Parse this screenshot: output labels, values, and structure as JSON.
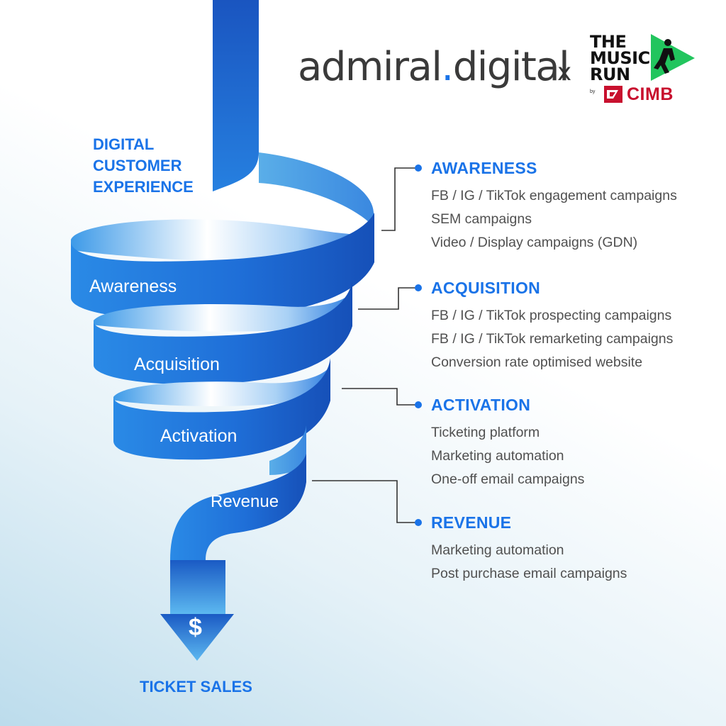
{
  "header": {
    "brand_main": "admiral",
    "brand_dot": ".",
    "brand_tail": "digital",
    "times": "x",
    "partner_lines": [
      "THE",
      "MUSIC",
      "RUN"
    ],
    "partner_by": "by",
    "partner_sponsor": "CIMB"
  },
  "diagram": {
    "title_lines": [
      "DIGITAL",
      "CUSTOMER",
      "EXPERIENCE"
    ],
    "spiral_labels": [
      "Awareness",
      "Acquisition",
      "Activation",
      "Revenue"
    ],
    "arrow_symbol": "$",
    "outcome": "TICKET SALES"
  },
  "stages": [
    {
      "title": "AWARENESS",
      "items": [
        "FB / IG / TikTok engagement campaigns",
        "SEM campaigns",
        "Video / Display campaigns (GDN)"
      ]
    },
    {
      "title": "ACQUISITION",
      "items": [
        "FB / IG / TikTok prospecting campaigns",
        "FB / IG / TikTok remarketing campaigns",
        "Conversion rate optimised website"
      ]
    },
    {
      "title": "ACTIVATION",
      "items": [
        "Ticketing platform",
        "Marketing automation",
        "One-off email campaigns"
      ]
    },
    {
      "title": "REVENUE",
      "items": [
        "Marketing automation",
        "Post purchase email campaigns"
      ]
    }
  ],
  "colors": {
    "accent": "#1a73e8",
    "ribbon_dark": "#1a5cc8",
    "ribbon_light": "#3aa0ee",
    "cimb_red": "#c8102e",
    "partner_green": "#22c55e",
    "connector": "#333333"
  }
}
